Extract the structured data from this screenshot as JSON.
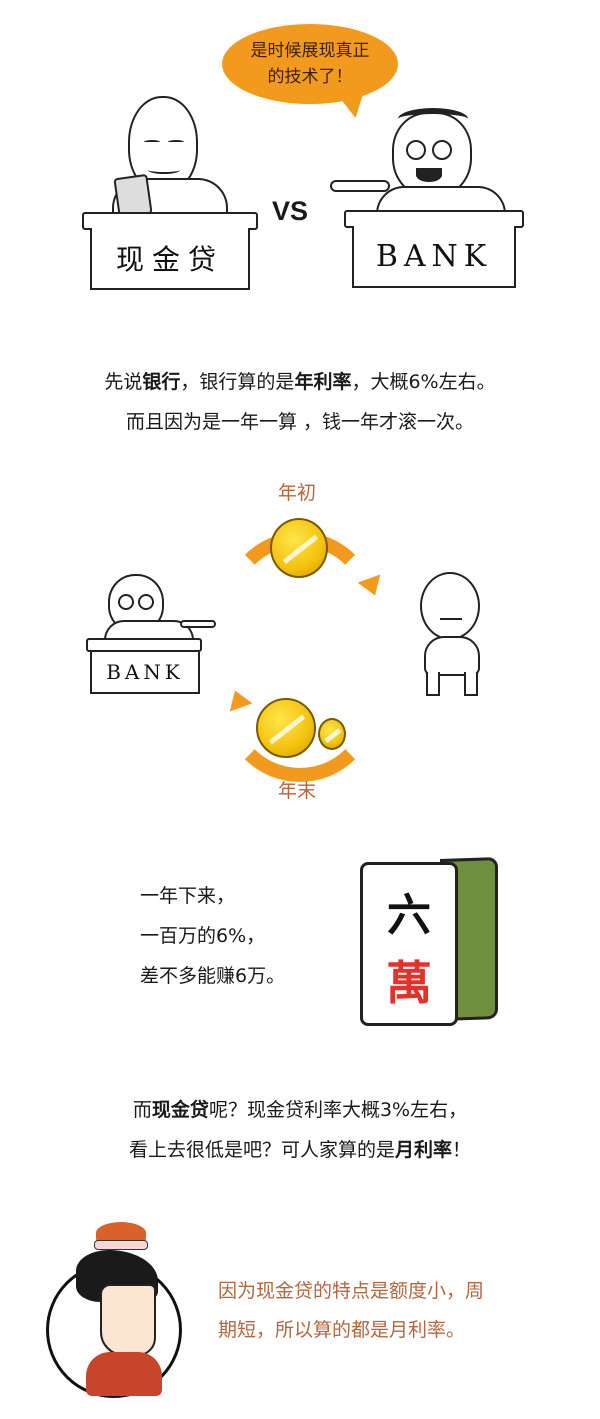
{
  "panel1": {
    "speech_bubble": {
      "line1": "是时候展现真正",
      "line2": "的技术了！",
      "color": "#f29a1d"
    },
    "left_desk_label": "现金贷",
    "right_desk_label": "BANK",
    "vs_label": "VS"
  },
  "intro": {
    "line1": {
      "p1": "先说",
      "b1": "银行",
      "p2": "，银行算的是",
      "b2": "年利率",
      "p3": "，大概6%左右。"
    },
    "line2": "而且因为是一年一算 ，钱一年才滚一次。"
  },
  "cycle_diagram": {
    "top_label": "年初",
    "bottom_label": "年末",
    "bank_label": "BANK",
    "accent_color": "#f29a1d",
    "label_color": "#b7643a"
  },
  "earnings": {
    "lines": [
      "一年下来，",
      "一百万的6%，",
      "差不多能赚6万。"
    ],
    "tile_top_char": "六",
    "tile_bottom_char": "萬",
    "tile_side_color": "#6e8f3d"
  },
  "cash_loan": {
    "line1": {
      "p1": "而",
      "b1": "现金贷",
      "p2": "呢？现金贷利率大概3%左右，"
    },
    "line2": {
      "p1": "看上去很低是吧？可人家算的是",
      "b1": "月利率",
      "p2": "！"
    }
  },
  "footer_note": {
    "line1": "因为现金贷的特点是额度小，周",
    "line2": "期短，所以算的都是月利率。",
    "color": "#b3673e"
  }
}
